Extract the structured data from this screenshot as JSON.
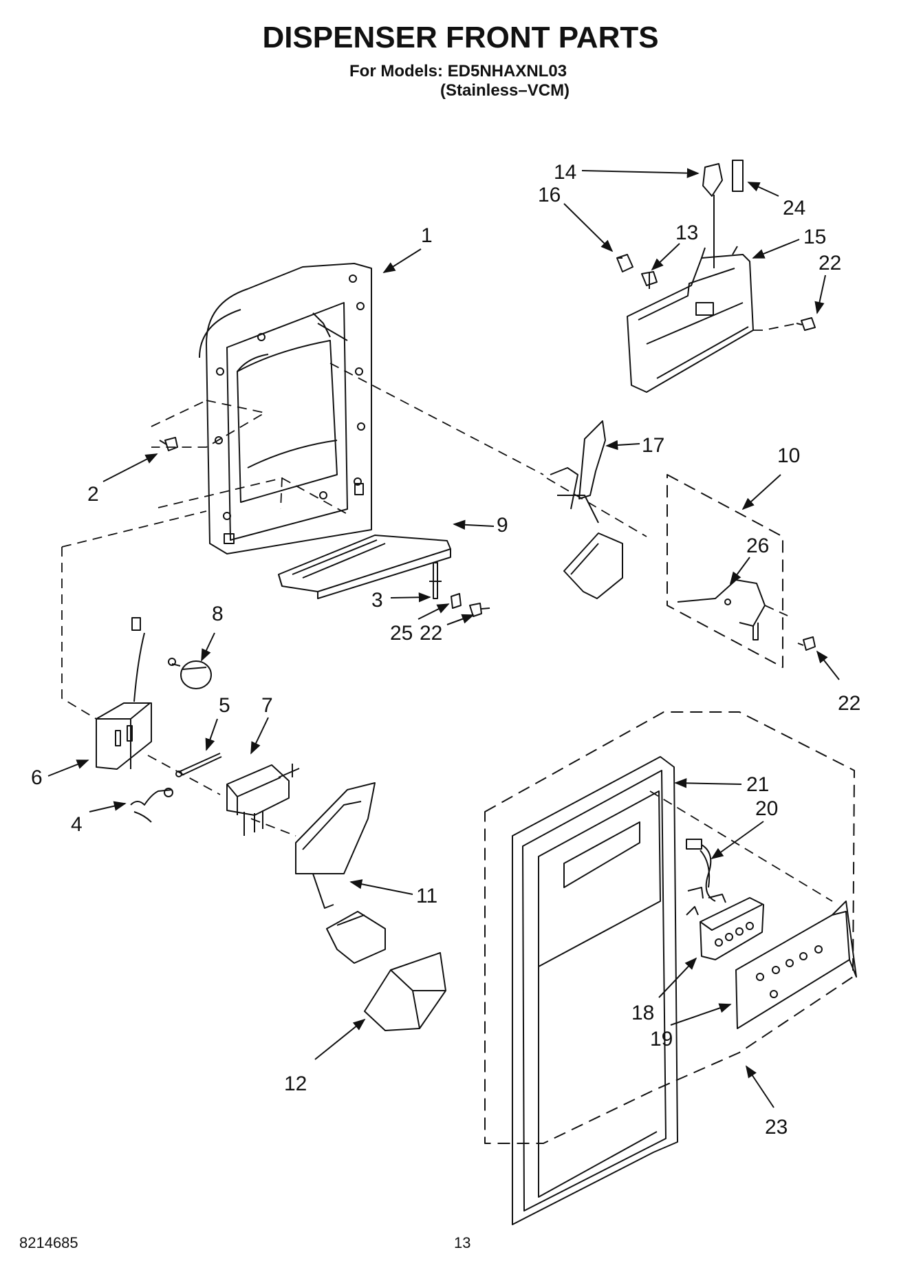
{
  "header": {
    "title": "DISPENSER FRONT PARTS",
    "models_line": "For Models: ED5NHAXNL03",
    "variant_line": "(Stainless–VCM)"
  },
  "callouts": {
    "c1": "1",
    "c2": "2",
    "c3": "3",
    "c4": "4",
    "c5": "5",
    "c6": "6",
    "c7": "7",
    "c8": "8",
    "c9": "9",
    "c10": "10",
    "c11": "11",
    "c12": "12",
    "c13": "13",
    "c14": "14",
    "c15": "15",
    "c16": "16",
    "c17": "17",
    "c18": "18",
    "c19": "19",
    "c20": "20",
    "c21": "21",
    "c22a": "22",
    "c22b": "22",
    "c22c": "22",
    "c23": "23",
    "c24": "24",
    "c25": "25",
    "c26": "26"
  },
  "footer": {
    "doc_number": "8214685",
    "page_number": "13"
  }
}
